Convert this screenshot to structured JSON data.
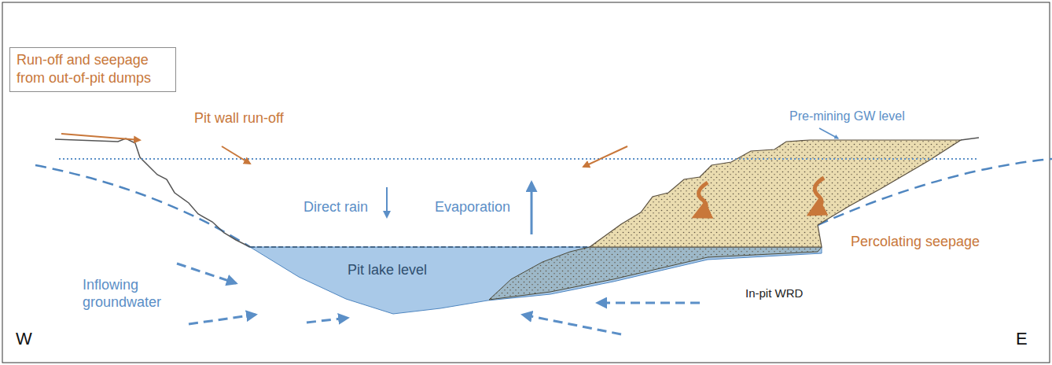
{
  "diagram": {
    "nodes": [
      {
        "text": [
          "Run-off and seepage from out-of-pit dumps"
        ]
      }
    ],
    "labels": [
      "Pre-mining GW level",
      "Pit wall run-off",
      "Direct rain",
      "Evaporation",
      "Pit lake level",
      "Inflowing groundwater",
      "In-pit WRD",
      "Percolating seepage",
      "W",
      "E"
    ]
  }
}
